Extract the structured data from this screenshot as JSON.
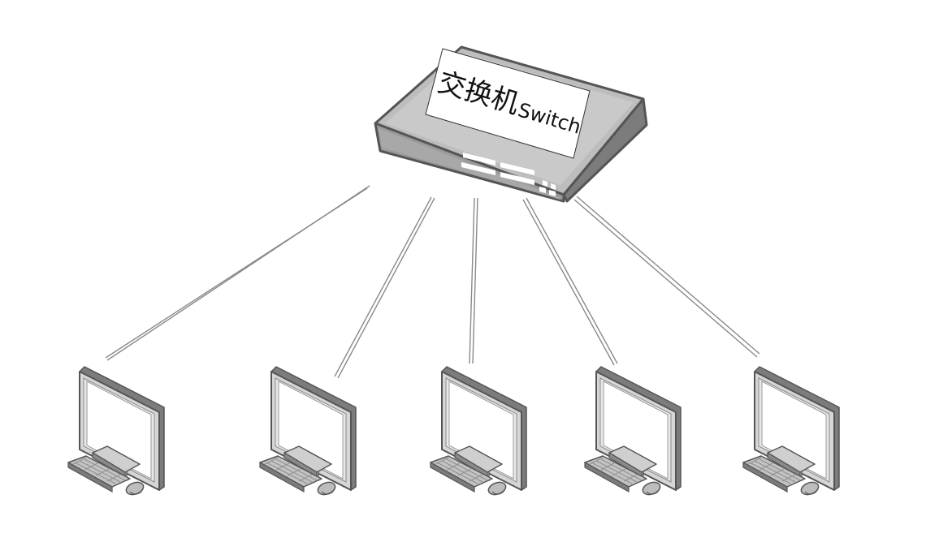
{
  "switch": {
    "label_cn": "交换机",
    "label_en": "Switch"
  },
  "workstations": [
    {
      "id": "pc-1"
    },
    {
      "id": "pc-2"
    },
    {
      "id": "pc-3"
    },
    {
      "id": "pc-4"
    },
    {
      "id": "pc-5"
    }
  ],
  "colors": {
    "device_light": "#e2e2e2",
    "device_mid": "#bdbdbd",
    "device_dark": "#7c7c7c",
    "outline": "#555555",
    "cable": "#8a8a8a",
    "screen": "#ffffff"
  }
}
